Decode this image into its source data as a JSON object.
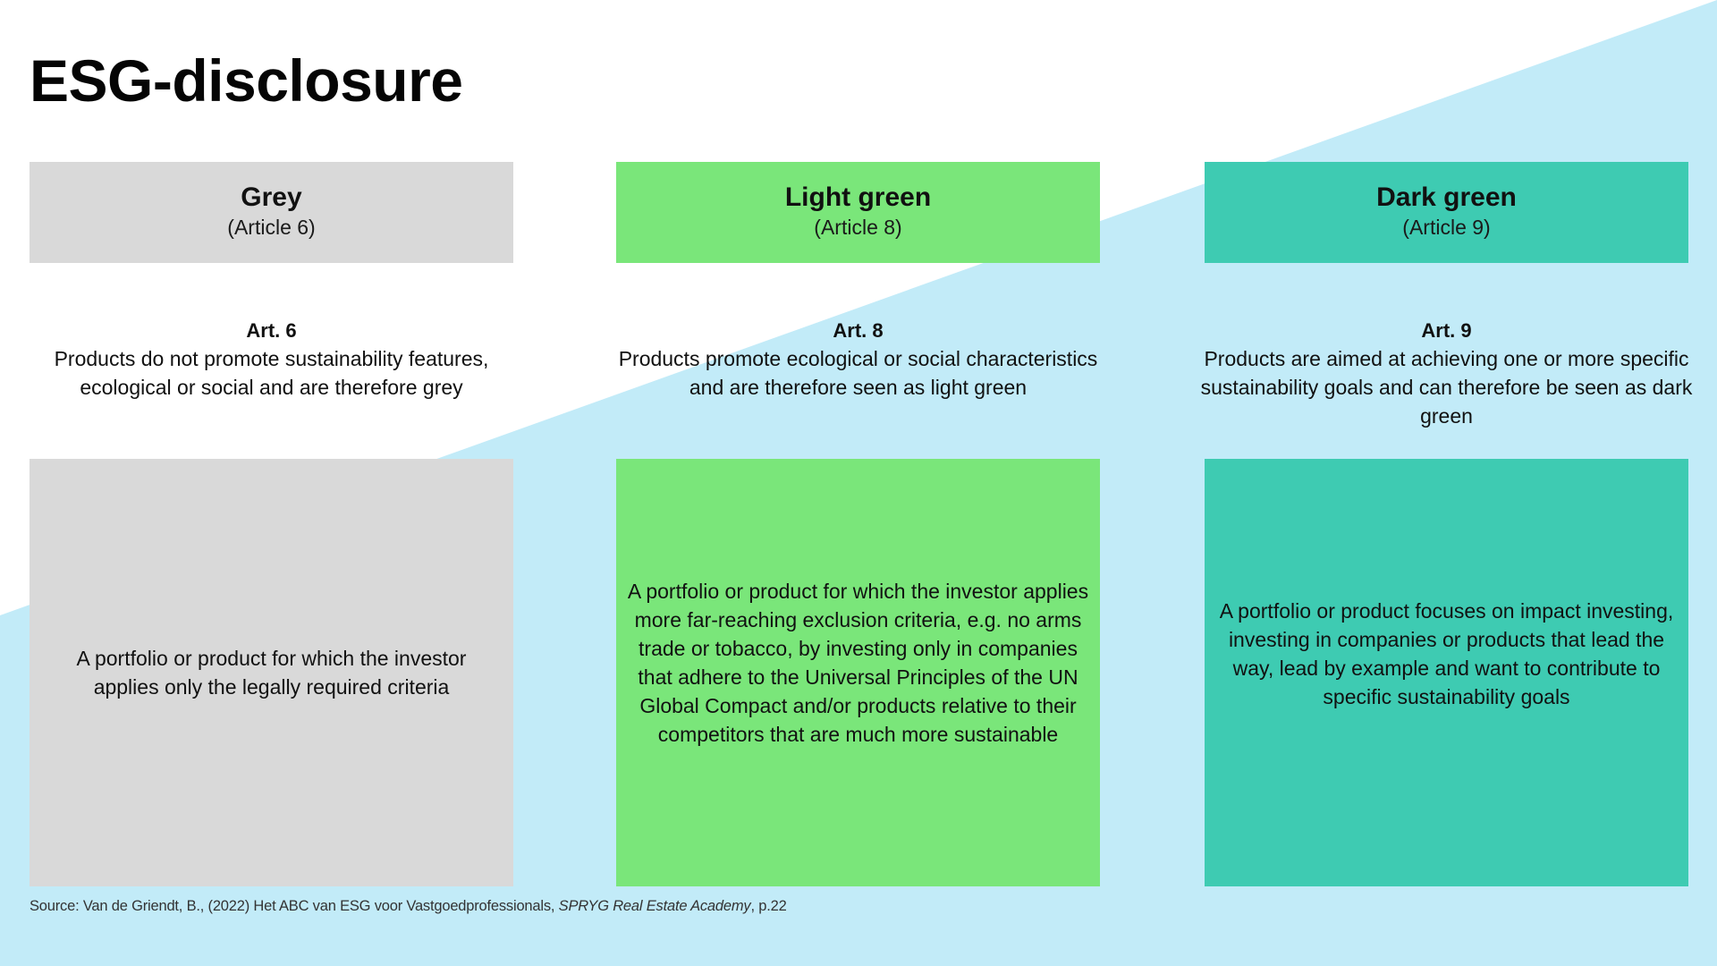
{
  "colors": {
    "background": "#ffffff",
    "accent_triangle": "#c2ebf8",
    "grey": "#d9d9d9",
    "light_green": "#7ae67a",
    "dark_green": "#3ecbb2",
    "text": "#111111"
  },
  "title": "ESG-disclosure",
  "columns": [
    {
      "category": "Grey",
      "article": "(Article 6)",
      "art_label": "Art. 6",
      "art_description": "Products do not promote sustainability features, ecological or social and are therefore grey",
      "definition": "A portfolio or product for which the investor applies only the legally required criteria"
    },
    {
      "category": "Light green",
      "article": "(Article 8)",
      "art_label": "Art. 8",
      "art_description": "Products promote ecological or social characteristics and are therefore seen as light green",
      "definition": "A portfolio or product for which the investor applies more far-reaching exclusion criteria, e.g. no arms trade or tobacco, by investing only in companies that adhere to the Universal Principles of the UN Global Compact and/or products relative to their competitors that are much more sustainable"
    },
    {
      "category": "Dark green",
      "article": "(Article 9)",
      "art_label": "Art. 9",
      "art_description": "Products are aimed at achieving one or more specific sustainability goals and can therefore be seen as dark green",
      "definition": "A portfolio or product focuses on impact investing, investing in companies or products that lead the way, lead by example and want to contribute to specific sustainability goals"
    }
  ],
  "source": {
    "prefix": "Source: Van de Griendt, B., (2022) Het ABC van ESG voor Vastgoedprofessionals, ",
    "italic": "SPRYG Real Estate Academy",
    "suffix": ", p.22"
  }
}
